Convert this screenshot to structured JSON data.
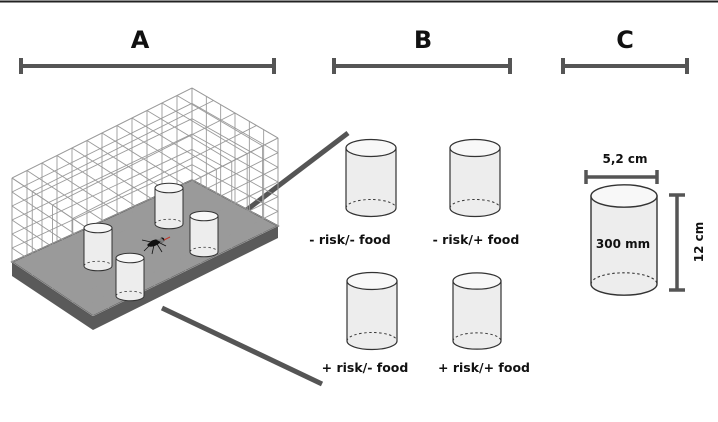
{
  "panels": {
    "a": {
      "label": "A"
    },
    "b": {
      "label": "B"
    },
    "c": {
      "label": "C"
    }
  },
  "conditions": [
    {
      "label": "- risk/- food"
    },
    {
      "label": "- risk/+ food"
    },
    {
      "label": "+ risk/- food"
    },
    {
      "label": "+ risk/+ food"
    }
  ],
  "container": {
    "diameter": "5,2 cm",
    "height": "12 cm",
    "volume": "300 mm"
  },
  "colors": {
    "bar": "#555555",
    "cup_fill": "#ededed",
    "tray": "#9a9a9a",
    "tray_rim": "#5a5a5a"
  }
}
